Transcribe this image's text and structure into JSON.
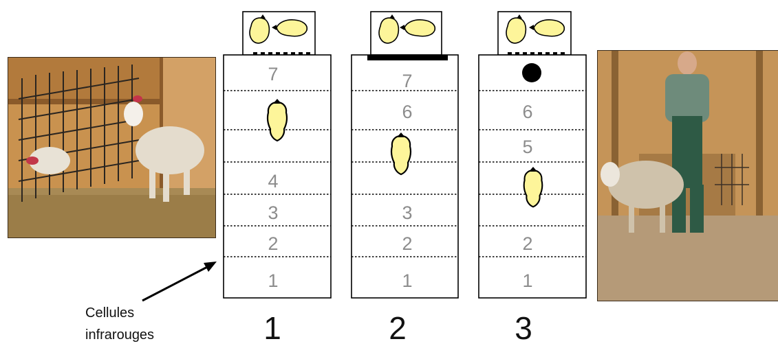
{
  "caption": {
    "line1": "Cellules",
    "line2": "infrarouges"
  },
  "panels": [
    {
      "number": "1",
      "zones": [
        "7",
        "4",
        "3",
        "2",
        "1"
      ],
      "gate": "open",
      "sheep_position": "zones 5-6",
      "feeder_animals": "two sheep feeding"
    },
    {
      "number": "2",
      "zones": [
        "7",
        "6",
        "3",
        "2",
        "1"
      ],
      "gate": "closed",
      "sheep_position": "zones 4-5",
      "feeder_animals": "two sheep feeding"
    },
    {
      "number": "3",
      "zones": [
        "6",
        "5",
        "2",
        "1"
      ],
      "gate": "open",
      "marker": "black-dot",
      "sheep_position": "zones 3-4",
      "feeder_animals": "two sheep feeding"
    }
  ],
  "photos": {
    "left": "sheep-in-pen-photo",
    "right": "man-and-sheep-photo"
  },
  "colors": {
    "sheep_fill": "#fdf59a",
    "outline": "#000000",
    "zone_text": "#8c8c8c"
  }
}
